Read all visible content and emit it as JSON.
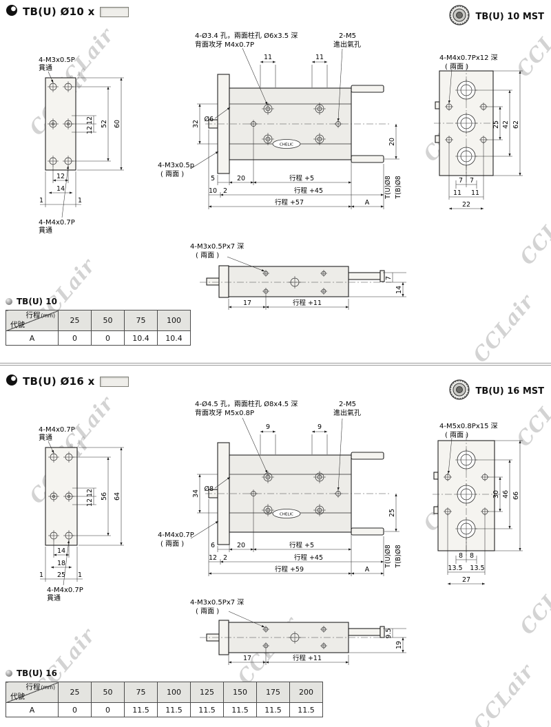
{
  "watermark": {
    "text": "CCLair"
  },
  "s10": {
    "title": "TB(U) Ø10 x",
    "mst": "TB(U) 10 MST",
    "front": {
      "label_top_1": "4-M3x0.5P",
      "label_top_2": "貫通",
      "label_bot_1": "4-M4x0.7P",
      "label_bot_2": "貫通",
      "d12a": "12",
      "d12b": "12",
      "d52": "52",
      "d60": "60",
      "d12w": "12",
      "d14": "14",
      "d1l": "1",
      "d1r": "1"
    },
    "plan": {
      "note_hole_1": "4-Ø3.4 孔，兩面柱孔 Ø6x3.5 深",
      "note_hole_2": "背面攻牙  M4x0.7P",
      "note_port_1": "2-M5",
      "note_port_2": "進出氣孔",
      "d11a": "11",
      "d11b": "11",
      "d32": "32",
      "dia": "Ø6",
      "d20r": "20",
      "note_side_1": "4-M3x0.5p",
      "note_side_2": "( 兩面 )",
      "d5": "5",
      "d20": "20",
      "s5": "行程 +5",
      "d10": "10",
      "d2": "2",
      "s45": "行程 +45",
      "s57": "行程 +57",
      "dA": "A",
      "tu": "T(U)Ø8",
      "tb": "T(B)Ø8",
      "brand": "CHELIC"
    },
    "end": {
      "note_1": "4-M4x0.7Px12 深",
      "note_2": "( 兩面 )",
      "d25": "25",
      "d42": "42",
      "d62": "62",
      "d7a": "7",
      "d7b": "7",
      "d11a": "11",
      "d11b": "11",
      "d22": "22"
    },
    "side": {
      "note_1": "4-M3x0.5Px7 深",
      "note_2": "( 兩面 )",
      "d7": "7",
      "d14": "14",
      "d17": "17",
      "s11": "行程 +11"
    },
    "table": {
      "title": "TB(U) 10",
      "corner_top": "行程",
      "corner_unit": "(mm)",
      "corner_bottom": "代號",
      "cols": [
        "25",
        "50",
        "75",
        "100"
      ],
      "row_label": "A",
      "values": [
        "0",
        "0",
        "10.4",
        "10.4"
      ]
    }
  },
  "s16": {
    "title": "TB(U) Ø16 x",
    "mst": "TB(U) 16 MST",
    "front": {
      "label_top_1": "4-M4x0.7P",
      "label_top_2": "貫通",
      "label_bot_1": "4-M4x0.7P",
      "label_bot_2": "貫通",
      "d12a": "12",
      "d12b": "12",
      "d56": "56",
      "d64": "64",
      "d14": "14",
      "d18": "18",
      "d1l": "1",
      "d25": "25",
      "d1r": "1"
    },
    "plan": {
      "note_hole_1": "4-Ø4.5 孔，兩面柱孔 Ø8x4.5 深",
      "note_hole_2": "背面攻牙  M5x0.8P",
      "note_port_1": "2-M5",
      "note_port_2": "進出氣孔",
      "d9a": "9",
      "d9b": "9",
      "d34": "34",
      "dia": "Ø8",
      "d25r": "25",
      "note_side_1": "4-M4x0.7P",
      "note_side_2": "( 兩面 )",
      "d6": "6",
      "d20": "20",
      "s5": "行程 +5",
      "d12": "12",
      "d2": "2",
      "s45": "行程 +45",
      "s59": "行程 +59",
      "dA": "A",
      "tu": "T(U)Ø8",
      "tb": "T(B)Ø8",
      "brand": "CHELIC"
    },
    "end": {
      "note_1": "4-M5x0.8Px15 深",
      "note_2": "( 兩面 )",
      "d30": "30",
      "d46": "46",
      "d66": "66",
      "d8a": "8",
      "d8b": "8",
      "d135a": "13.5",
      "d135b": "13.5",
      "d27": "27"
    },
    "side": {
      "note_1": "4-M3x0.5Px7 深",
      "note_2": "( 兩面 )",
      "d95": "9.5",
      "d19": "19",
      "d17": "17",
      "s11": "行程 +11"
    },
    "table": {
      "title": "TB(U) 16",
      "corner_top": "行程",
      "corner_unit": "(mm)",
      "corner_bottom": "代號",
      "cols": [
        "25",
        "50",
        "75",
        "100",
        "125",
        "150",
        "175",
        "200"
      ],
      "row_label": "A",
      "values": [
        "0",
        "0",
        "11.5",
        "11.5",
        "11.5",
        "11.5",
        "11.5",
        "11.5"
      ]
    }
  }
}
